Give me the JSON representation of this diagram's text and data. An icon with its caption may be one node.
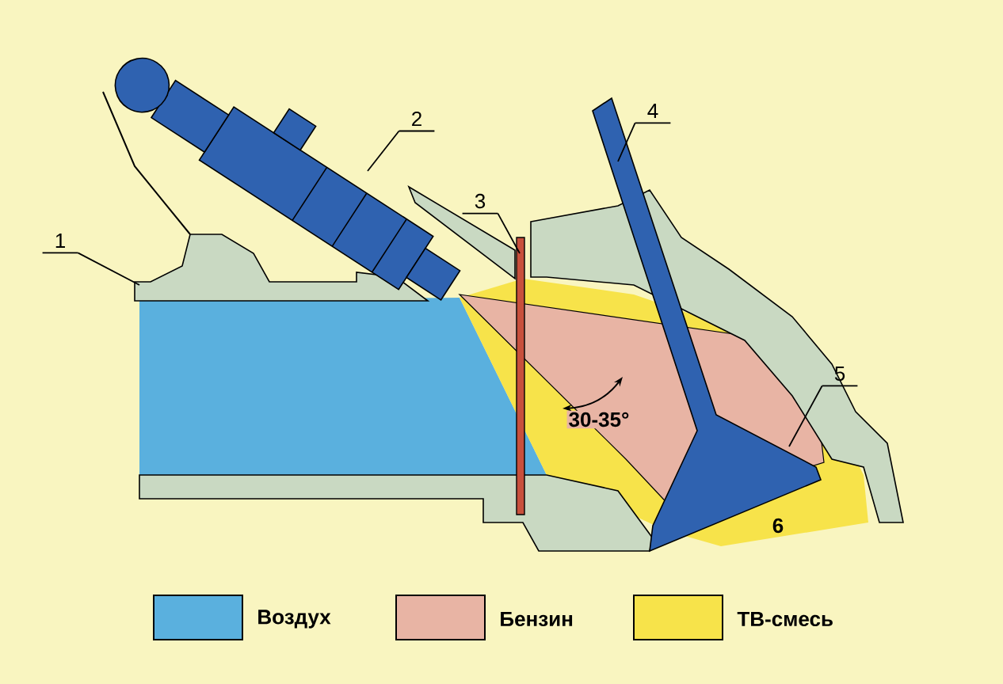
{
  "diagram": {
    "nodes": [
      {
        "text": [
          "1"
        ]
      },
      {
        "text": [
          "2"
        ]
      },
      {
        "text": [
          "3"
        ]
      },
      {
        "text": [
          "4"
        ]
      },
      {
        "text": [
          "5"
        ]
      }
    ],
    "edges": [
      {
        "from": 0,
        "to": null,
        "arrow": "none"
      },
      {
        "from": 1,
        "to": null,
        "arrow": "none"
      },
      {
        "from": 2,
        "to": null,
        "arrow": "none"
      },
      {
        "from": 3,
        "to": null,
        "arrow": "none"
      },
      {
        "from": 4,
        "to": null,
        "arrow": "none"
      }
    ],
    "labels": [
      "6",
      "30-35°"
    ],
    "legend": [
      {
        "text": "Воздух",
        "color": "#5ab0de"
      },
      {
        "text": "Бензин",
        "color": "#e8b4a4"
      },
      {
        "text": "ТВ-смесь",
        "color": "#f7e34a"
      }
    ]
  }
}
